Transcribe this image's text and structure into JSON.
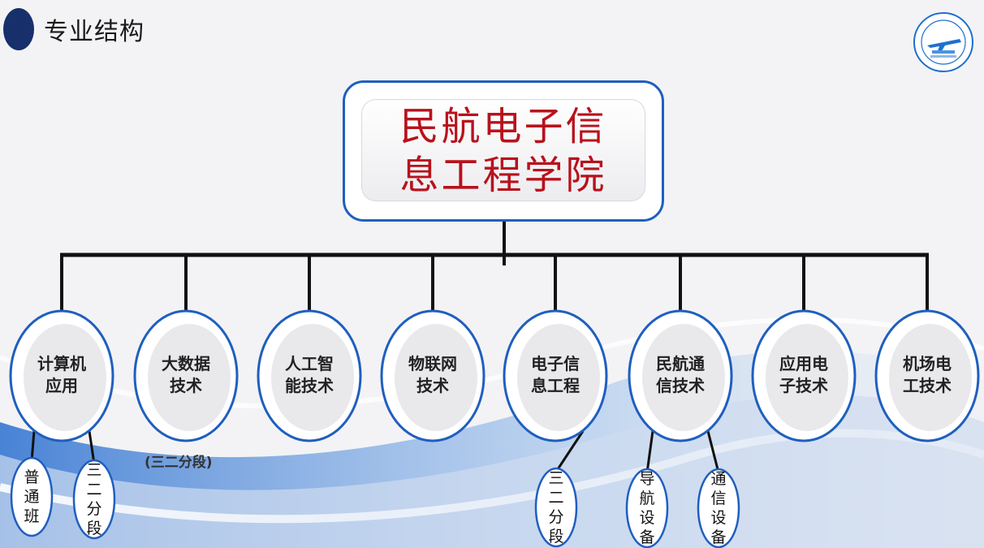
{
  "header": {
    "title": "专业结构"
  },
  "colors": {
    "accent": "#1f5fbf",
    "root_text": "#b8121c",
    "header_pill": "#17306b"
  },
  "diagram": {
    "root": {
      "lines": [
        "民航电子信",
        "息工程学院"
      ]
    },
    "majors": [
      {
        "lines": [
          "计算机",
          "应用"
        ]
      },
      {
        "lines": [
          "大数据",
          "技术"
        ]
      },
      {
        "lines": [
          "人工智",
          "能技术"
        ]
      },
      {
        "lines": [
          "物联网",
          "技术"
        ]
      },
      {
        "lines": [
          "电子信",
          "息工程"
        ]
      },
      {
        "lines": [
          "民航通",
          "信技术"
        ]
      },
      {
        "lines": [
          "应用电",
          "子技术"
        ]
      },
      {
        "lines": [
          "机场电",
          "工技术"
        ]
      }
    ],
    "note": "(三二分段)",
    "subs": [
      {
        "parent": 0,
        "chars": [
          "普",
          "通",
          "班"
        ]
      },
      {
        "parent": 0,
        "chars": [
          "三",
          "二",
          "分",
          "段"
        ]
      },
      {
        "parent": 4,
        "chars": [
          "三",
          "二",
          "分",
          "段"
        ]
      },
      {
        "parent": 5,
        "chars": [
          "导",
          "航",
          "设",
          "备"
        ]
      },
      {
        "parent": 5,
        "chars": [
          "通",
          "信",
          "设",
          "备"
        ]
      }
    ]
  },
  "logo": {
    "icon": "college-logo-airplane-icon"
  }
}
